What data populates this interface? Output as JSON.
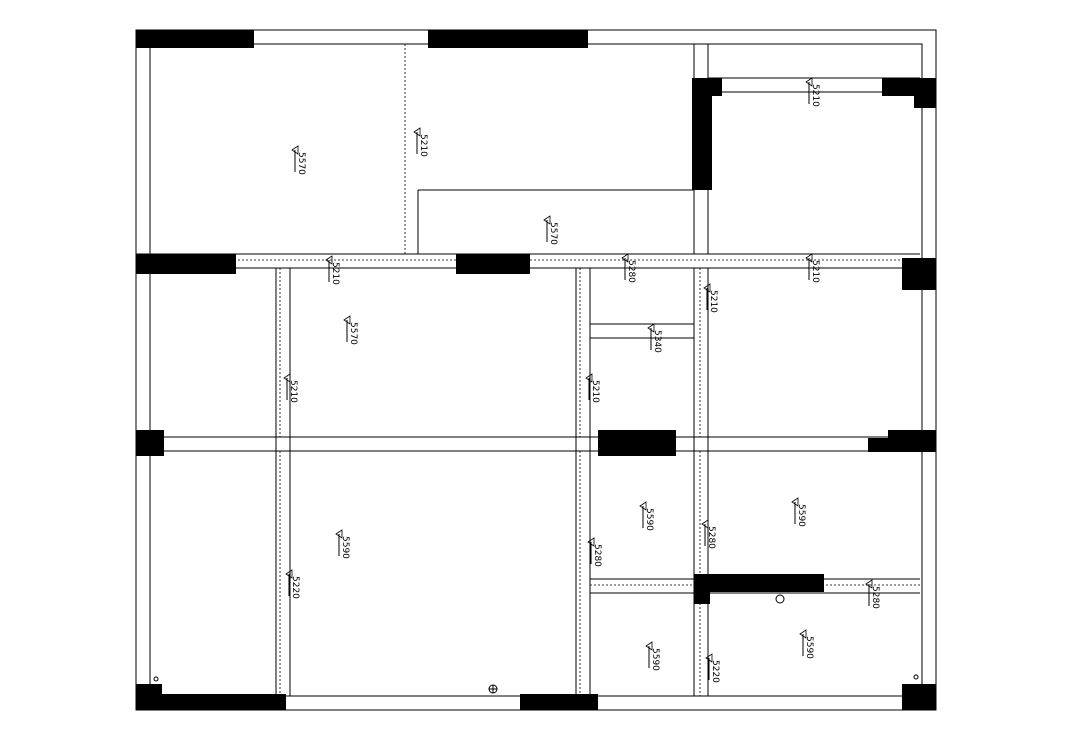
{
  "labels": [
    {
      "id": "label-room-tl",
      "text": "5570"
    },
    {
      "id": "label-beam-tl",
      "text": "5210"
    },
    {
      "id": "label-room-tr",
      "text": "5210"
    },
    {
      "id": "label-room-mid",
      "text": "5570"
    },
    {
      "id": "label-beam-l1",
      "text": "5210"
    },
    {
      "id": "label-beam-m1",
      "text": "5280"
    },
    {
      "id": "label-beam-r1",
      "text": "5210"
    },
    {
      "id": "label-beam-v1",
      "text": "5210"
    },
    {
      "id": "label-room-l",
      "text": "5570"
    },
    {
      "id": "label-room-small",
      "text": "5340"
    },
    {
      "id": "label-beam-v2",
      "text": "5210"
    },
    {
      "id": "label-beam-v3",
      "text": "5210"
    },
    {
      "id": "label-room-bl",
      "text": "5590"
    },
    {
      "id": "label-beam-v4",
      "text": "5220"
    },
    {
      "id": "label-room-bm",
      "text": "5590"
    },
    {
      "id": "label-beam-v5",
      "text": "5280"
    },
    {
      "id": "label-beam-v6",
      "text": "5280"
    },
    {
      "id": "label-room-br",
      "text": "5590"
    },
    {
      "id": "label-beam-r2",
      "text": "5280"
    },
    {
      "id": "label-room-bs",
      "text": "5590"
    },
    {
      "id": "label-beam-v7",
      "text": "5220"
    },
    {
      "id": "label-room-br2",
      "text": "5590"
    }
  ]
}
